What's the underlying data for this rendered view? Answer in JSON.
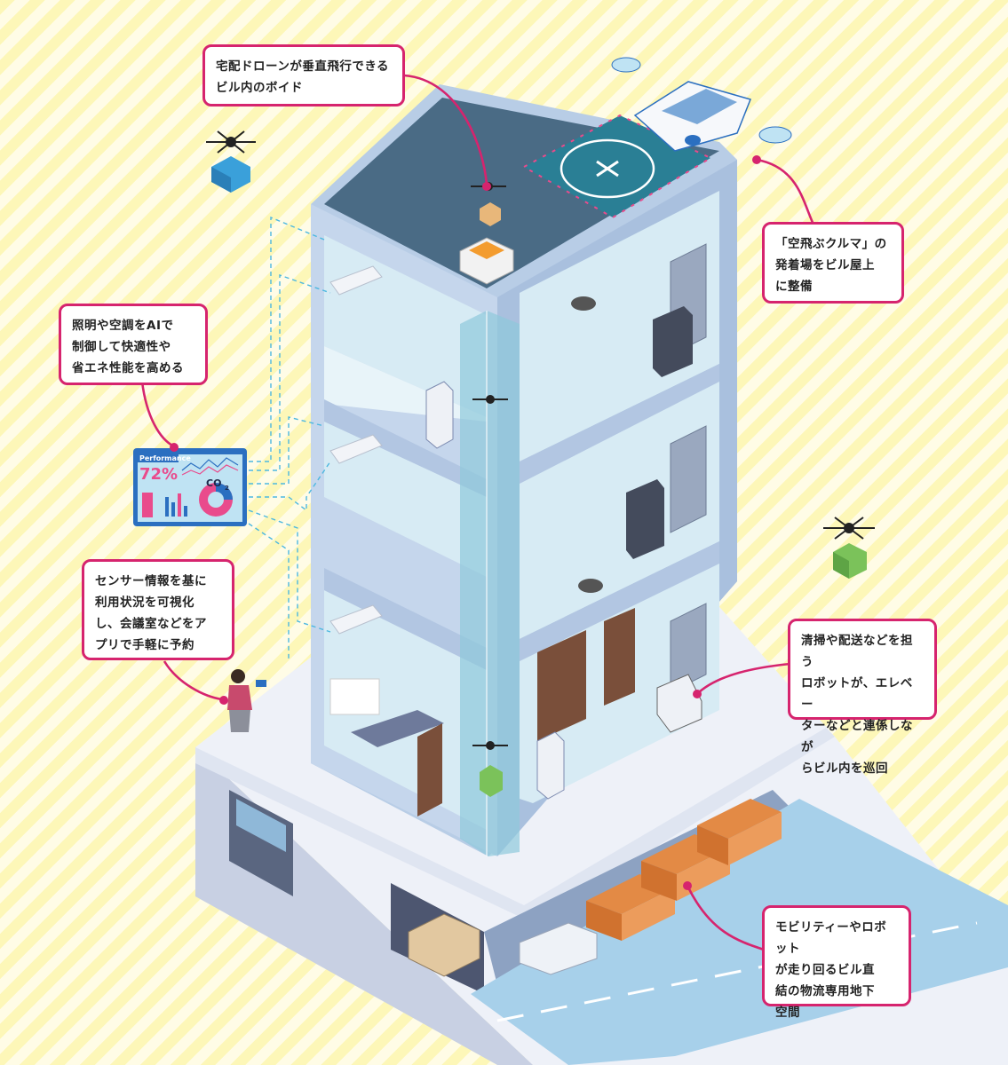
{
  "callouts": {
    "drone_void": "宅配ドローンが垂直飛行できるビル内のボイド",
    "flying_car": "「空飛ぶクルマ」の\n発着場をビル屋上\nに整備",
    "ai_control": "照明や空調をAIで\n制御して快適性や\n省エネ性能を高める",
    "sensor_app": "センサー情報を基に\n利用状況を可視化\nし、会議室などをア\nプリで手軽に予約",
    "robots": "清掃や配送などを担う\nロボットが、エレベー\nターなどと連係しなが\nらビル内を巡回",
    "logistics": "モビリティーやロボット\nが走り回るビル直\n結の物流専用地下\n空間"
  },
  "dashboard": {
    "title": "Performance",
    "percent": "72%",
    "co2_label": "CO",
    "co2_sub": "2"
  },
  "colors": {
    "accent": "#d6246e",
    "building_frame": "#b8cde6",
    "floor_interior": "#e4f2f7",
    "roof": "#4a6b85",
    "helipad": "#2a7f95"
  }
}
